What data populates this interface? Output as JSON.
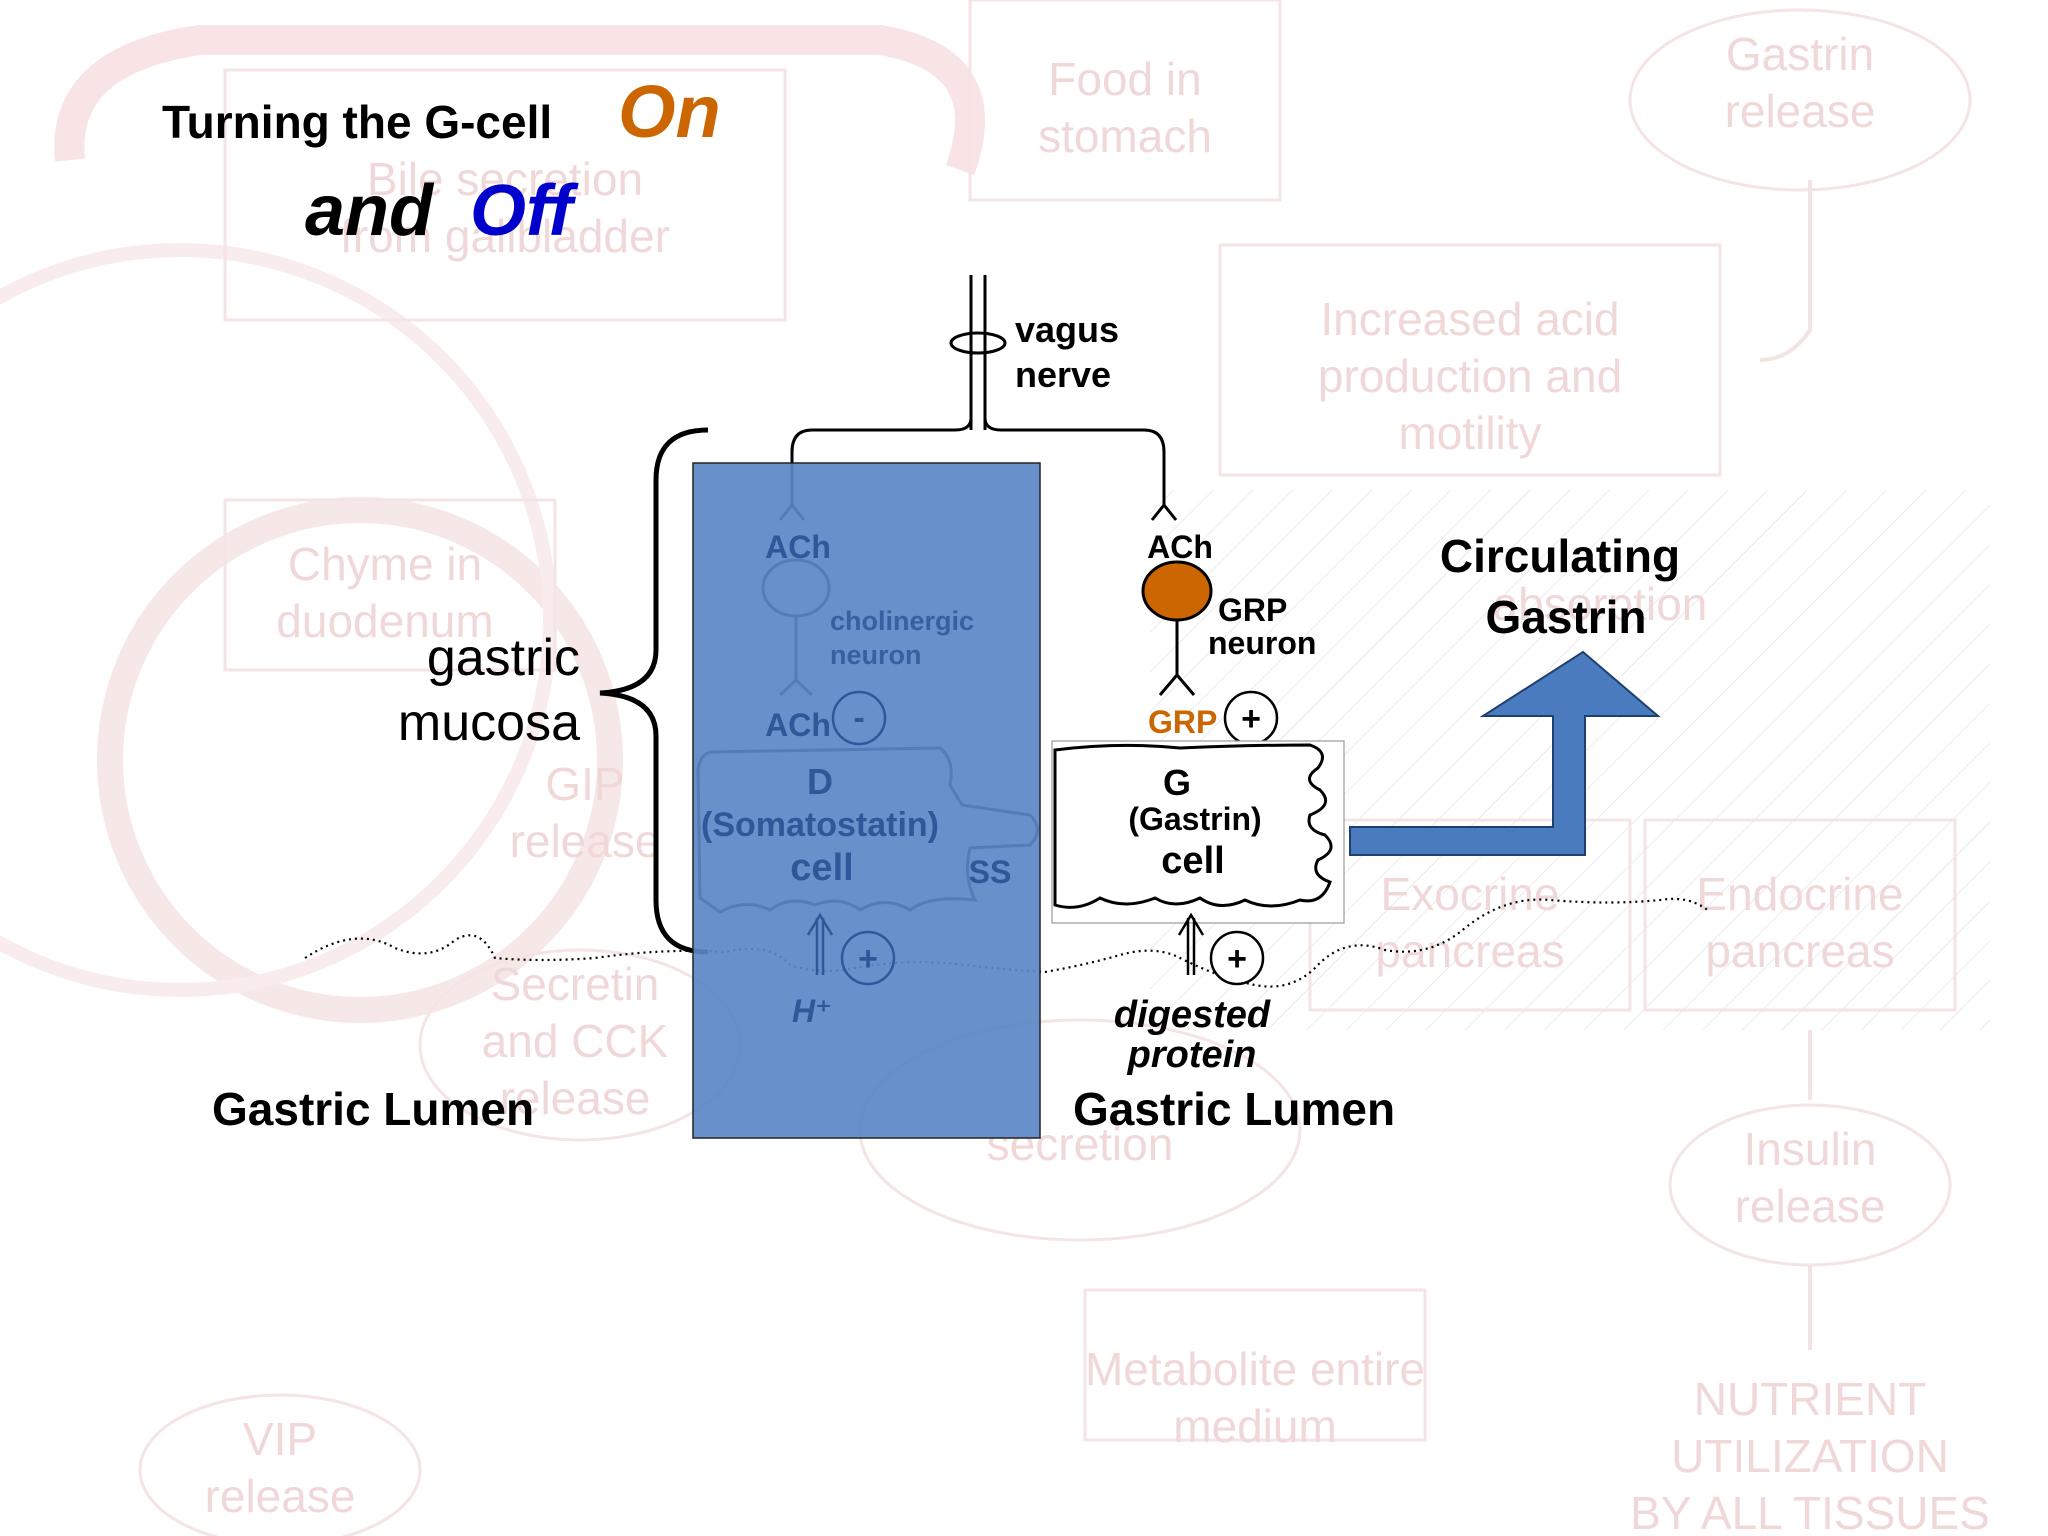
{
  "title": {
    "prefix": "Turning the G-cell",
    "on": "On",
    "and": "and",
    "off": "Off"
  },
  "colors": {
    "on": "#cc6600",
    "off": "#0000cc",
    "blue_panel": "#5b87c5",
    "arrow": "#4a7bbf",
    "grp_neuron": "#cc6600",
    "faded_text": "#2f579a",
    "background_faint": "#f0d8d8"
  },
  "labels": {
    "vagus": "vagus",
    "nerve": "nerve",
    "ach_left_top": "ACh",
    "cholinergic": "cholinergic",
    "neuron_left": "neuron",
    "ach_left_bottom": "ACh",
    "minus": "-",
    "d_cell_line1": "D",
    "d_cell_line2": "(Somatostatin)",
    "d_cell_line3": "cell",
    "ss": "SS",
    "h_plus": "H⁺",
    "plus_h": "+",
    "ach_right": "ACh",
    "grp_neuron_line1": "GRP",
    "grp_neuron_line2": "neuron",
    "grp": "GRP",
    "plus_grp": "+",
    "g_cell_line1": "G",
    "g_cell_line2": "(Gastrin)",
    "g_cell_line3": "cell",
    "plus_protein": "+",
    "digested": "digested",
    "protein": "protein",
    "gastric": "gastric",
    "mucosa": "mucosa",
    "lumen_left": "Gastric Lumen",
    "lumen_right": "Gastric Lumen",
    "circulating": "Circulating",
    "gastrin": "Gastrin"
  },
  "background_text": [
    "Food in",
    "stomach",
    "Gastrin",
    "release",
    "Increased acid",
    "production and",
    "motility",
    "Chyme in",
    "duodenum",
    "GIP",
    "release",
    "Secretin",
    "and CCK",
    "release",
    "Exocrine",
    "pancreas",
    "Endocrine",
    "pancreas",
    "Insulin",
    "release",
    "Metabolite entire",
    "medium",
    "NUTRIENT",
    "UTILIZATION",
    "BY ALL TISSUES",
    "VIP",
    "release",
    "Bile secretion",
    "from gallbladder",
    "absorption",
    "secretion"
  ]
}
